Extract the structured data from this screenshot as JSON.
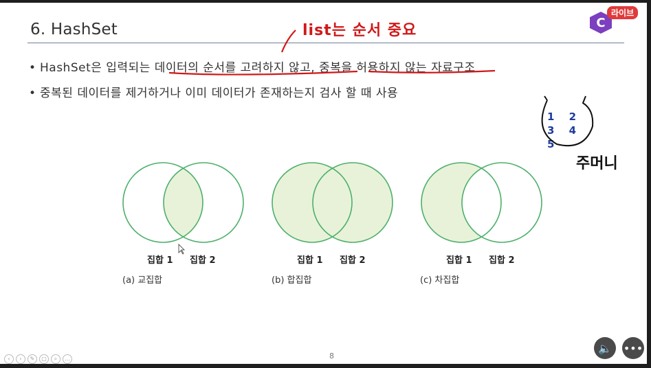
{
  "slide": {
    "title": "6. HashSet",
    "bullets": [
      "HashSet은 입력되는 데이터의 순서를 고려하지 않고, 중복을 허용하지 않는 자료구조",
      "중복된 데이터를 제거하거나 이미 데이터가 존재하는지 검사 할 때 사용"
    ],
    "annotations": {
      "top_note": "list는 순서 중요",
      "side_note": "주머니",
      "numbers": "1 2 3 4 5"
    },
    "venn": [
      {
        "label1": "집합 1",
        "label2": "집합 2",
        "caption": "(a) 교집합"
      },
      {
        "label1": "집합 1",
        "label2": "집합 2",
        "caption": "(b) 합집합"
      },
      {
        "label1": "집합 1",
        "label2": "집합 2",
        "caption": "(c) 차집합"
      }
    ],
    "page_number": "8"
  },
  "badge": {
    "label": "라이브"
  },
  "logo": {
    "letter": "C"
  },
  "controls": {
    "audio_icon": "speaker-icon",
    "more_icon": "more-icon"
  },
  "colors": {
    "venn_stroke": "#4caf6a",
    "venn_fill": "#e8f2d9",
    "annotation_red": "#d01818",
    "badge": "#e03a3a",
    "logo": "#7b3fbf"
  }
}
